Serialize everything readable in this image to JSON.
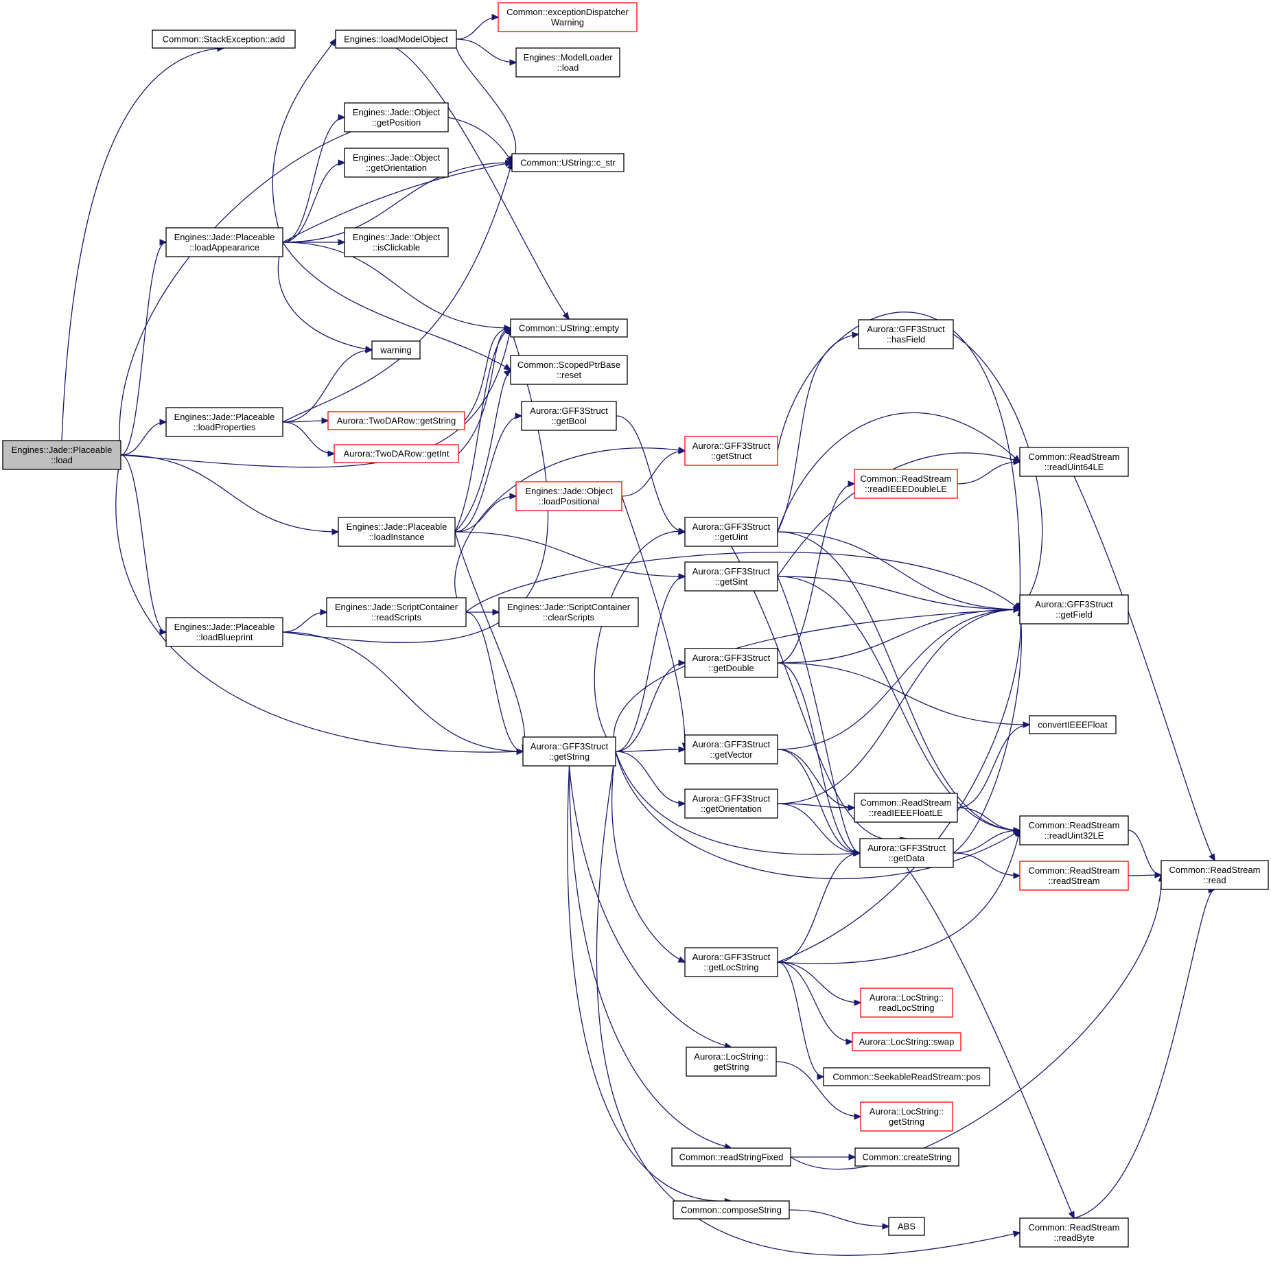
{
  "diagram": {
    "kind": "call-graph",
    "colors": {
      "edge": "#191970",
      "node_border": "#000000",
      "incomplete_node_border": "#ff0000",
      "root_fill": "#bfbfbf",
      "node_fill": "#ffffff"
    },
    "nodes": [
      {
        "id": "root",
        "lines": [
          "Engines::Jade::Placeable",
          "::load"
        ],
        "incomplete": false,
        "root": true
      },
      {
        "id": "stackexc_add",
        "lines": [
          "Common::StackException::add"
        ],
        "incomplete": false
      },
      {
        "id": "loadModelObject",
        "lines": [
          "Engines::loadModelObject"
        ],
        "incomplete": false
      },
      {
        "id": "excDispatcher",
        "lines": [
          "Common::exceptionDispatcher",
          "Warning"
        ],
        "incomplete": true
      },
      {
        "id": "modelLoader",
        "lines": [
          "Engines::ModelLoader",
          "::load"
        ],
        "incomplete": false
      },
      {
        "id": "getPosition",
        "lines": [
          "Engines::Jade::Object",
          "::getPosition"
        ],
        "incomplete": false
      },
      {
        "id": "getOrientationObj",
        "lines": [
          "Engines::Jade::Object",
          "::getOrientation"
        ],
        "incomplete": false
      },
      {
        "id": "cstr",
        "lines": [
          "Common::UString::c_str"
        ],
        "incomplete": false
      },
      {
        "id": "loadAppearance",
        "lines": [
          "Engines::Jade::Placeable",
          "::loadAppearance"
        ],
        "incomplete": false
      },
      {
        "id": "isClickable",
        "lines": [
          "Engines::Jade::Object",
          "::isClickable"
        ],
        "incomplete": false
      },
      {
        "id": "empty",
        "lines": [
          "Common::UString::empty"
        ],
        "incomplete": false
      },
      {
        "id": "warning",
        "lines": [
          "warning"
        ],
        "incomplete": false
      },
      {
        "id": "scopedReset",
        "lines": [
          "Common::ScopedPtrBase",
          "::reset"
        ],
        "incomplete": false
      },
      {
        "id": "loadProperties",
        "lines": [
          "Engines::Jade::Placeable",
          "::loadProperties"
        ],
        "incomplete": false
      },
      {
        "id": "twodaGetString",
        "lines": [
          "Aurora::TwoDARow::getString"
        ],
        "incomplete": true
      },
      {
        "id": "twodaGetInt",
        "lines": [
          "Aurora::TwoDARow::getInt"
        ],
        "incomplete": true
      },
      {
        "id": "getBool",
        "lines": [
          "Aurora::GFF3Struct",
          "::getBool"
        ],
        "incomplete": false
      },
      {
        "id": "getStruct",
        "lines": [
          "Aurora::GFF3Struct",
          "::getStruct"
        ],
        "incomplete": true
      },
      {
        "id": "hasField",
        "lines": [
          "Aurora::GFF3Struct",
          "::hasField"
        ],
        "incomplete": false
      },
      {
        "id": "loadPositional",
        "lines": [
          "Engines::Jade::Object",
          "::loadPositional"
        ],
        "incomplete": true
      },
      {
        "id": "loadInstance",
        "lines": [
          "Engines::Jade::Placeable",
          "::loadInstance"
        ],
        "incomplete": false
      },
      {
        "id": "getUint",
        "lines": [
          "Aurora::GFF3Struct",
          "::getUint"
        ],
        "incomplete": false
      },
      {
        "id": "readIEEEDouble",
        "lines": [
          "Common::ReadStream",
          "::readIEEEDoubleLE"
        ],
        "incomplete": true
      },
      {
        "id": "readUint64",
        "lines": [
          "Common::ReadStream",
          "::readUint64LE"
        ],
        "incomplete": false
      },
      {
        "id": "getSint",
        "lines": [
          "Aurora::GFF3Struct",
          "::getSint"
        ],
        "incomplete": false
      },
      {
        "id": "getField",
        "lines": [
          "Aurora::GFF3Struct",
          "::getField"
        ],
        "incomplete": false
      },
      {
        "id": "readScripts",
        "lines": [
          "Engines::Jade::ScriptContainer",
          "::readScripts"
        ],
        "incomplete": false
      },
      {
        "id": "clearScripts",
        "lines": [
          "Engines::Jade::ScriptContainer",
          "::clearScripts"
        ],
        "incomplete": false
      },
      {
        "id": "loadBlueprint",
        "lines": [
          "Engines::Jade::Placeable",
          "::loadBlueprint"
        ],
        "incomplete": false
      },
      {
        "id": "getDouble",
        "lines": [
          "Aurora::GFF3Struct",
          "::getDouble"
        ],
        "incomplete": false
      },
      {
        "id": "convertIEEE",
        "lines": [
          "convertIEEEFloat"
        ],
        "incomplete": false
      },
      {
        "id": "gffGetString",
        "lines": [
          "Aurora::GFF3Struct",
          "::getString"
        ],
        "incomplete": false
      },
      {
        "id": "getVector",
        "lines": [
          "Aurora::GFF3Struct",
          "::getVector"
        ],
        "incomplete": false
      },
      {
        "id": "readIEEEFloat",
        "lines": [
          "Common::ReadStream",
          "::readIEEEFloatLE"
        ],
        "incomplete": false
      },
      {
        "id": "getOrientationGff",
        "lines": [
          "Aurora::GFF3Struct",
          "::getOrientation"
        ],
        "incomplete": false
      },
      {
        "id": "readUint32",
        "lines": [
          "Common::ReadStream",
          "::readUint32LE"
        ],
        "incomplete": false
      },
      {
        "id": "getData",
        "lines": [
          "Aurora::GFF3Struct",
          "::getData"
        ],
        "incomplete": false
      },
      {
        "id": "read",
        "lines": [
          "Common::ReadStream",
          "::read"
        ],
        "incomplete": false
      },
      {
        "id": "readStream",
        "lines": [
          "Common::ReadStream",
          "::readStream"
        ],
        "incomplete": true
      },
      {
        "id": "getLocString",
        "lines": [
          "Aurora::GFF3Struct",
          "::getLocString"
        ],
        "incomplete": false
      },
      {
        "id": "readLocString",
        "lines": [
          "Aurora::LocString::",
          "readLocString"
        ],
        "incomplete": true
      },
      {
        "id": "locSwap",
        "lines": [
          "Aurora::LocString::swap"
        ],
        "incomplete": true
      },
      {
        "id": "seekPos",
        "lines": [
          "Common::SeekableReadStream::pos"
        ],
        "incomplete": false
      },
      {
        "id": "locGetString1",
        "lines": [
          "Aurora::LocString::",
          "getString"
        ],
        "incomplete": false
      },
      {
        "id": "locGetString2",
        "lines": [
          "Aurora::LocString::",
          "getString"
        ],
        "incomplete": true
      },
      {
        "id": "readStringFixed",
        "lines": [
          "Common::readStringFixed"
        ],
        "incomplete": false
      },
      {
        "id": "createString",
        "lines": [
          "Common::createString"
        ],
        "incomplete": false
      },
      {
        "id": "composeString",
        "lines": [
          "Common::composeString"
        ],
        "incomplete": false
      },
      {
        "id": "abs",
        "lines": [
          "ABS"
        ],
        "incomplete": false
      },
      {
        "id": "readByte",
        "lines": [
          "Common::ReadStream",
          "::readByte"
        ],
        "incomplete": false
      }
    ],
    "edges": [
      {
        "from": "root",
        "to": "stackexc_add"
      },
      {
        "from": "root",
        "to": "cstr"
      },
      {
        "from": "root",
        "to": "loadAppearance"
      },
      {
        "from": "root",
        "to": "loadProperties"
      },
      {
        "from": "root",
        "to": "empty"
      },
      {
        "from": "root",
        "to": "loadInstance"
      },
      {
        "from": "root",
        "to": "loadBlueprint"
      },
      {
        "from": "root",
        "to": "gffGetString"
      },
      {
        "from": "loadModelObject",
        "to": "excDispatcher"
      },
      {
        "from": "loadModelObject",
        "to": "modelLoader"
      },
      {
        "from": "loadModelObject",
        "to": "cstr"
      },
      {
        "from": "loadModelObject",
        "to": "empty"
      },
      {
        "from": "loadAppearance",
        "to": "loadModelObject"
      },
      {
        "from": "loadAppearance",
        "to": "getPosition"
      },
      {
        "from": "loadAppearance",
        "to": "getOrientationObj"
      },
      {
        "from": "loadAppearance",
        "to": "cstr"
      },
      {
        "from": "loadAppearance",
        "to": "cstr"
      },
      {
        "from": "loadAppearance",
        "to": "isClickable"
      },
      {
        "from": "loadAppearance",
        "to": "empty"
      },
      {
        "from": "loadAppearance",
        "to": "scopedReset"
      },
      {
        "from": "loadAppearance",
        "to": "warning"
      },
      {
        "from": "loadProperties",
        "to": "warning"
      },
      {
        "from": "loadProperties",
        "to": "cstr"
      },
      {
        "from": "loadProperties",
        "to": "twodaGetString"
      },
      {
        "from": "loadProperties",
        "to": "twodaGetInt"
      },
      {
        "from": "twodaGetString",
        "to": "empty"
      },
      {
        "from": "twodaGetInt",
        "to": "empty"
      },
      {
        "from": "loadInstance",
        "to": "empty"
      },
      {
        "from": "loadInstance",
        "to": "scopedReset"
      },
      {
        "from": "loadInstance",
        "to": "getBool"
      },
      {
        "from": "loadInstance",
        "to": "loadPositional"
      },
      {
        "from": "loadInstance",
        "to": "getSint"
      },
      {
        "from": "loadInstance",
        "to": "gffGetString"
      },
      {
        "from": "getBool",
        "to": "getUint"
      },
      {
        "from": "loadPositional",
        "to": "getStruct"
      },
      {
        "from": "loadPositional",
        "to": "getVector"
      },
      {
        "from": "getStruct",
        "to": "getField"
      },
      {
        "from": "hasField",
        "to": "getField"
      },
      {
        "from": "readScripts",
        "to": "clearScripts"
      },
      {
        "from": "readScripts",
        "to": "getStruct"
      },
      {
        "from": "readScripts",
        "to": "getField"
      },
      {
        "from": "readScripts",
        "to": "gffGetString"
      },
      {
        "from": "loadBlueprint",
        "to": "readScripts"
      },
      {
        "from": "loadBlueprint",
        "to": "empty"
      },
      {
        "from": "loadBlueprint",
        "to": "gffGetString"
      },
      {
        "from": "getUint",
        "to": "hasField"
      },
      {
        "from": "getUint",
        "to": "readUint64"
      },
      {
        "from": "getUint",
        "to": "getField"
      },
      {
        "from": "getUint",
        "to": "getData"
      },
      {
        "from": "getUint",
        "to": "readUint32"
      },
      {
        "from": "getSint",
        "to": "getField"
      },
      {
        "from": "getSint",
        "to": "readUint64"
      },
      {
        "from": "getSint",
        "to": "getData"
      },
      {
        "from": "getSint",
        "to": "readUint32"
      },
      {
        "from": "getDouble",
        "to": "readIEEEDouble"
      },
      {
        "from": "getDouble",
        "to": "getField"
      },
      {
        "from": "getDouble",
        "to": "convertIEEE"
      },
      {
        "from": "getDouble",
        "to": "getData"
      },
      {
        "from": "readIEEEDouble",
        "to": "readUint64"
      },
      {
        "from": "readUint64",
        "to": "read"
      },
      {
        "from": "gffGetString",
        "to": "getUint"
      },
      {
        "from": "gffGetString",
        "to": "getSint"
      },
      {
        "from": "gffGetString",
        "to": "getField"
      },
      {
        "from": "gffGetString",
        "to": "getDouble"
      },
      {
        "from": "gffGetString",
        "to": "getVector"
      },
      {
        "from": "gffGetString",
        "to": "getOrientationGff"
      },
      {
        "from": "gffGetString",
        "to": "getData"
      },
      {
        "from": "gffGetString",
        "to": "readUint32"
      },
      {
        "from": "gffGetString",
        "to": "getLocString"
      },
      {
        "from": "gffGetString",
        "to": "locGetString1"
      },
      {
        "from": "gffGetString",
        "to": "readStringFixed"
      },
      {
        "from": "gffGetString",
        "to": "composeString"
      },
      {
        "from": "gffGetString",
        "to": "readByte"
      },
      {
        "from": "getVector",
        "to": "getField"
      },
      {
        "from": "getVector",
        "to": "readIEEEFloat"
      },
      {
        "from": "getVector",
        "to": "getData"
      },
      {
        "from": "getOrientationGff",
        "to": "getField"
      },
      {
        "from": "getOrientationGff",
        "to": "readIEEEFloat"
      },
      {
        "from": "getOrientationGff",
        "to": "getData"
      },
      {
        "from": "readIEEEFloat",
        "to": "convertIEEE"
      },
      {
        "from": "readIEEEFloat",
        "to": "readUint32"
      },
      {
        "from": "getData",
        "to": "getField"
      },
      {
        "from": "getData",
        "to": "readUint32"
      },
      {
        "from": "getData",
        "to": "readStream"
      },
      {
        "from": "getData",
        "to": "readByte"
      },
      {
        "from": "readUint32",
        "to": "read"
      },
      {
        "from": "readStream",
        "to": "read"
      },
      {
        "from": "getLocString",
        "to": "getData"
      },
      {
        "from": "getLocString",
        "to": "getField"
      },
      {
        "from": "getLocString",
        "to": "readUint32"
      },
      {
        "from": "getLocString",
        "to": "readLocString"
      },
      {
        "from": "getLocString",
        "to": "locSwap"
      },
      {
        "from": "getLocString",
        "to": "seekPos"
      },
      {
        "from": "locGetString1",
        "to": "locGetString2"
      },
      {
        "from": "readStringFixed",
        "to": "createString"
      },
      {
        "from": "readStringFixed",
        "to": "read"
      },
      {
        "from": "composeString",
        "to": "abs"
      },
      {
        "from": "readByte",
        "to": "read"
      }
    ]
  }
}
